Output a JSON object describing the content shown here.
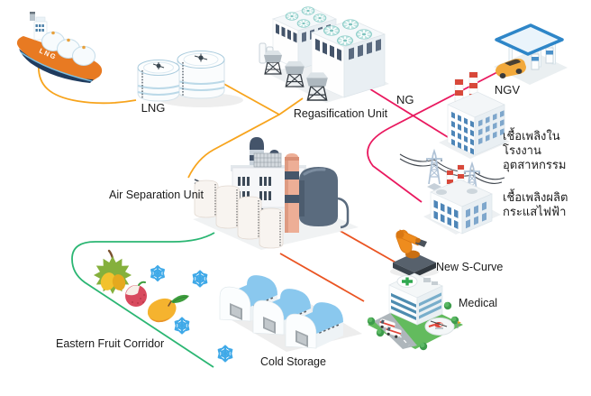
{
  "diagram": {
    "nodes": {
      "lng_ship": {
        "hull_text": "LNG"
      },
      "lng_terminal": {
        "label": "LNG"
      },
      "regasification_unit": {
        "label": "Regasification Unit"
      },
      "ng_junction": {
        "label": "NG"
      },
      "ngv_station": {
        "label": "NGV"
      },
      "industrial_plant": {
        "label_lines": [
          "เชื้อเพลิงในโรงงาน",
          "อุตสาหกรรม"
        ]
      },
      "power_plant": {
        "label_lines": [
          "เชื้อเพลิงผลิต",
          "กระแสไฟฟ้า"
        ]
      },
      "air_separation_unit": {
        "label": "Air Separation Unit"
      },
      "new_s_curve": {
        "label": "New S-Curve"
      },
      "medical": {
        "label": "Medical"
      },
      "eastern_fruit_corridor": {
        "label": "Eastern Fruit Corridor"
      },
      "cold_storage": {
        "label": "Cold Storage"
      }
    },
    "line_colors": {
      "lng": "#F7A41D",
      "natural_gas": "#E9195F",
      "industry": "#EA5422",
      "cold_chain": "#2BB673"
    }
  }
}
